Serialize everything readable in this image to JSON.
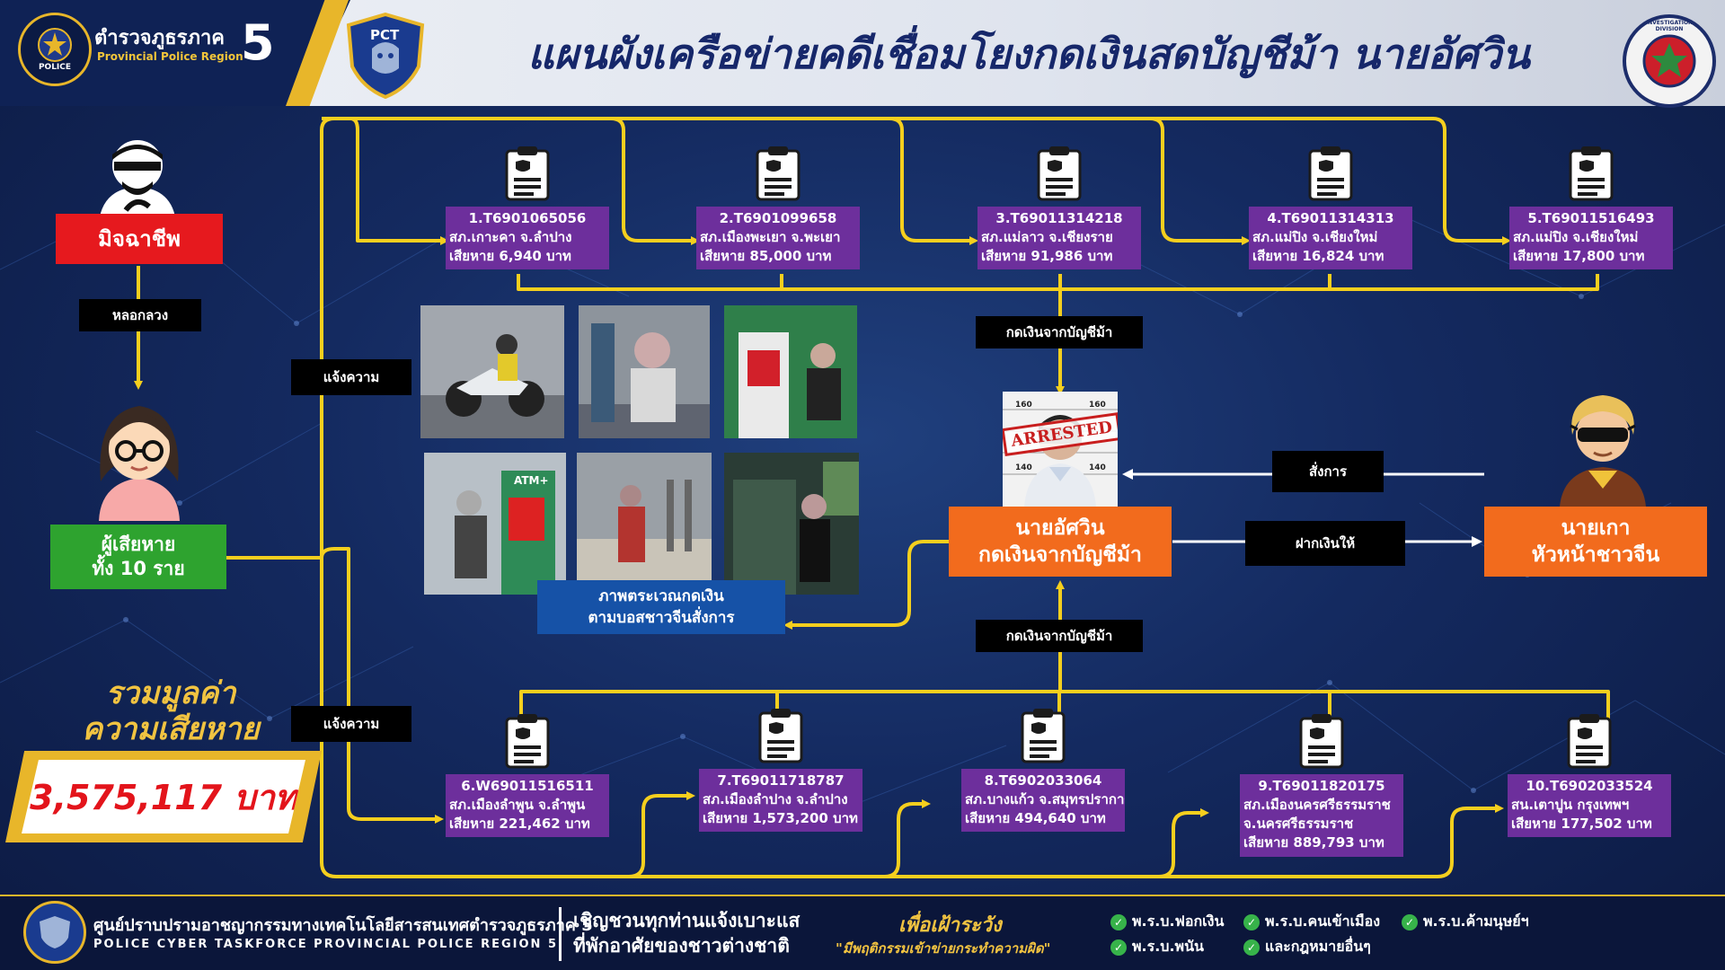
{
  "header": {
    "title": "แผนผังเครือข่ายคดีเชื่อมโยงกดเงินสดบัญชีม้า นายอัศวิน",
    "region_th": "ตำรวจภูธรภาค",
    "region_num": "5",
    "region_en": "Provincial Police Region",
    "logo_left_text": "POLICE",
    "logo_pct_text": "PCT",
    "logo_right_text": "INVESTIGATION DIVISION"
  },
  "left": {
    "scammer_label": "มิจฉาชีพ",
    "deceive_label": "หลอกลวง",
    "victims_line1": "ผู้เสียหาย",
    "victims_line2": "ทั้ง 10 ราย",
    "report_label_top": "แจ้งความ",
    "report_label_bottom": "แจ้งความ",
    "total_title_line1": "รวมมูลค่า",
    "total_title_line2": "ความเสียหาย",
    "total_value": "3,575,117 บาท"
  },
  "cases_top": [
    {
      "id": "1.T6901065056",
      "station": "สภ.เกาะคา จ.ลำปาง",
      "loss": "เสียหาย 6,940 บาท"
    },
    {
      "id": "2.T6901099658",
      "station": "สภ.เมืองพะเยา จ.พะเยา",
      "loss": "เสียหาย  85,000 บาท"
    },
    {
      "id": "3.T69011314218",
      "station": "สภ.แม่ลาว จ.เชียงราย",
      "loss": "เสียหาย 91,986 บาท"
    },
    {
      "id": "4.T69011314313",
      "station": "สภ.แม่ปิง จ.เชียงใหม่",
      "loss": "เสียหาย 16,824 บาท"
    },
    {
      "id": "5.T69011516493",
      "station": "สภ.แม่ปิง จ.เชียงใหม่",
      "loss": "เสียหาย 17,800 บาท"
    }
  ],
  "cases_bottom": [
    {
      "id": "6.W69011516511",
      "station": "สภ.เมืองลำพูน จ.ลำพูน",
      "loss": "เสียหาย 221,462 บาท"
    },
    {
      "id": "7.T69011718787",
      "station": "สภ.เมืองลำปาง จ.ลำปาง",
      "loss": "เสียหาย 1,573,200 บาท"
    },
    {
      "id": "8.T6902033064",
      "station": "สภ.บางแก้ว จ.สมุทรปราการ",
      "loss": "เสียหาย 494,640 บาท"
    },
    {
      "id": "9.T69011820175",
      "station": "สภ.เมืองนครศรีธรรมราช",
      "station2": "จ.นครศรีธรรมราช",
      "loss": "เสียหาย 889,793 บาท"
    },
    {
      "id": "10.T6902033524",
      "station": "สน.เตาปูน กรุงเทพฯ",
      "loss": "เสียหาย 177,502 บาท"
    }
  ],
  "center": {
    "withdraw_label_top": "กดเงินจากบัญชีม้า",
    "withdraw_label_bottom": "กดเงินจากบัญชีม้า",
    "arrested_stamp": "ARRESTED",
    "suspect_line1": "นายอัศวิน",
    "suspect_line2": "กดเงินจากบัญชีม้า",
    "cctv_caption_line1": "ภาพตระเวณกดเงิน",
    "cctv_caption_line2": "ตามบอสชาวจีนสั่งการ",
    "atm_sign": "ATM+",
    "mugshot_marks": [
      "160",
      "160",
      "140",
      "140"
    ]
  },
  "right": {
    "order_label": "สั่งการ",
    "deposit_label": "ฝากเงินให้",
    "boss_line1": "นายเกา",
    "boss_line2": "หัวหน้าชาวจีน"
  },
  "footer": {
    "center_name_th": "ศูนย์ปราบปรามอาชญากรรมทางเทคโนโลยีสารสนเทศตำรวจภูธรภาค 5",
    "center_name_en": "POLICE CYBER TASKFORCE PROVINCIAL POLICE REGION 5",
    "invite_line1": "เชิญชวนทุกท่านแจ้งเบาะแส",
    "invite_line2": "ที่พักอาศัยของชาวต่างชาติ",
    "warn_title": "เพื่อเฝ้าระวัง",
    "warn_sub": "\"มีพฤติกรรมเข้าข่ายกระทำความผิด\"",
    "laws": [
      "พ.ร.บ.ฟอกเงิน",
      "พ.ร.บ.คนเข้าเมือง",
      "พ.ร.บ.ค้ามนุษย์ฯ",
      "พ.ร.บ.พนัน",
      "และกฎหมายอื่นๆ"
    ]
  },
  "colors": {
    "gold": "#e8b62a",
    "navy": "#0f2255",
    "case_purple": "#6d2f9c",
    "scammer_red": "#e6191e",
    "victim_green": "#2ea32f",
    "suspect_orange": "#f26b1d",
    "caption_blue": "#1652a7",
    "total_red": "#e3141b"
  }
}
